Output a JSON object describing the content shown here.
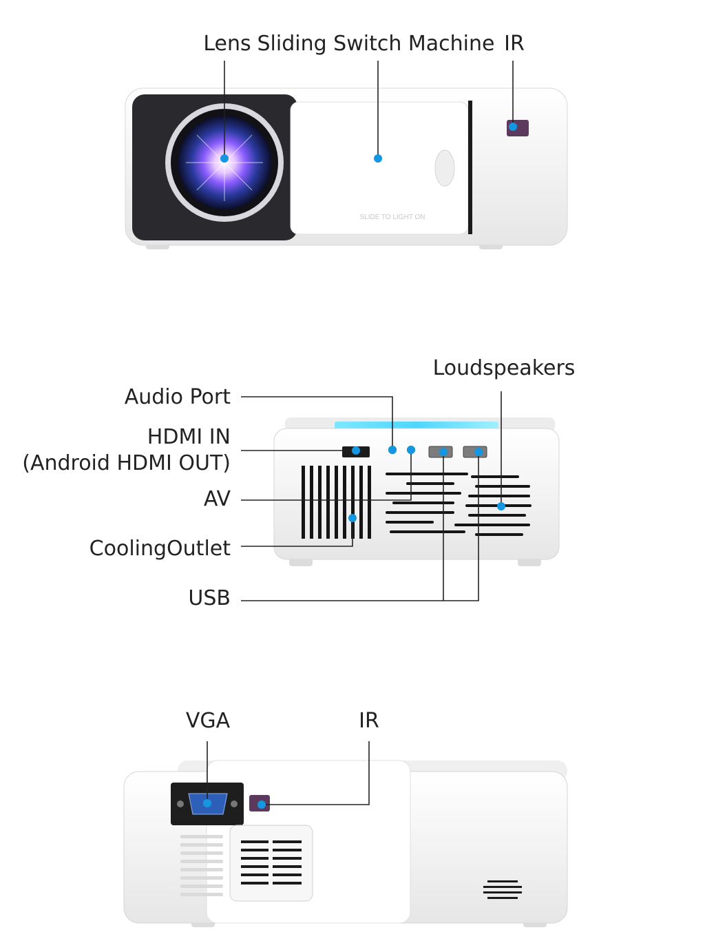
{
  "colors": {
    "marker": "#1496e0",
    "body": "#f4f4f4",
    "dark_panel": "#2a2a2e",
    "text": "#222222"
  },
  "front_view": {
    "labels": {
      "lens": "Lens",
      "slider": "Sliding Switch Machine",
      "ir": "IR"
    },
    "slide_hint": "SLIDE TO LIGHT ON"
  },
  "side_view": {
    "labels": {
      "audio": "Audio Port",
      "hdmi_line1": "HDMI IN",
      "hdmi_line2": "(Android HDMI OUT)",
      "av": "AV",
      "cooling": "CoolingOutlet",
      "usb": "USB",
      "speakers": "Loudspeakers"
    }
  },
  "back_view": {
    "labels": {
      "vga": "VGA",
      "ir": "IR"
    }
  },
  "icons": [
    "lens-icon",
    "ir-sensor-icon",
    "hdmi-port-icon",
    "usb-port-icon",
    "vga-port-icon"
  ]
}
